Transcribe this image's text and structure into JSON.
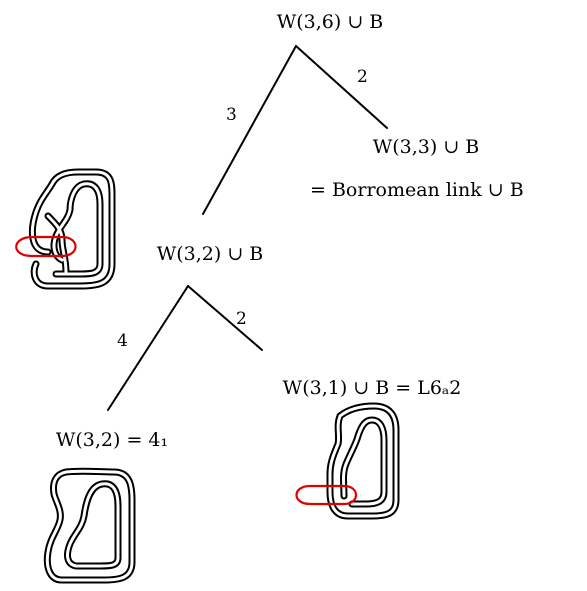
{
  "nodes": {
    "root": "W(3,6) ∪ B",
    "w33": "W(3,3) ∪ B",
    "w33_eq": "=  Borromean link  ∪ B",
    "w32b": "W(3,2) ∪ B",
    "w32": "W(3,2) = 4₁",
    "w31": "W(3,1) ∪ B = L6ₐ2"
  },
  "edges": {
    "root_left": "3",
    "root_right": "2",
    "mid_left": "4",
    "mid_right": "2"
  },
  "colors": {
    "ink": "#000000",
    "component_b": "#e00000"
  }
}
